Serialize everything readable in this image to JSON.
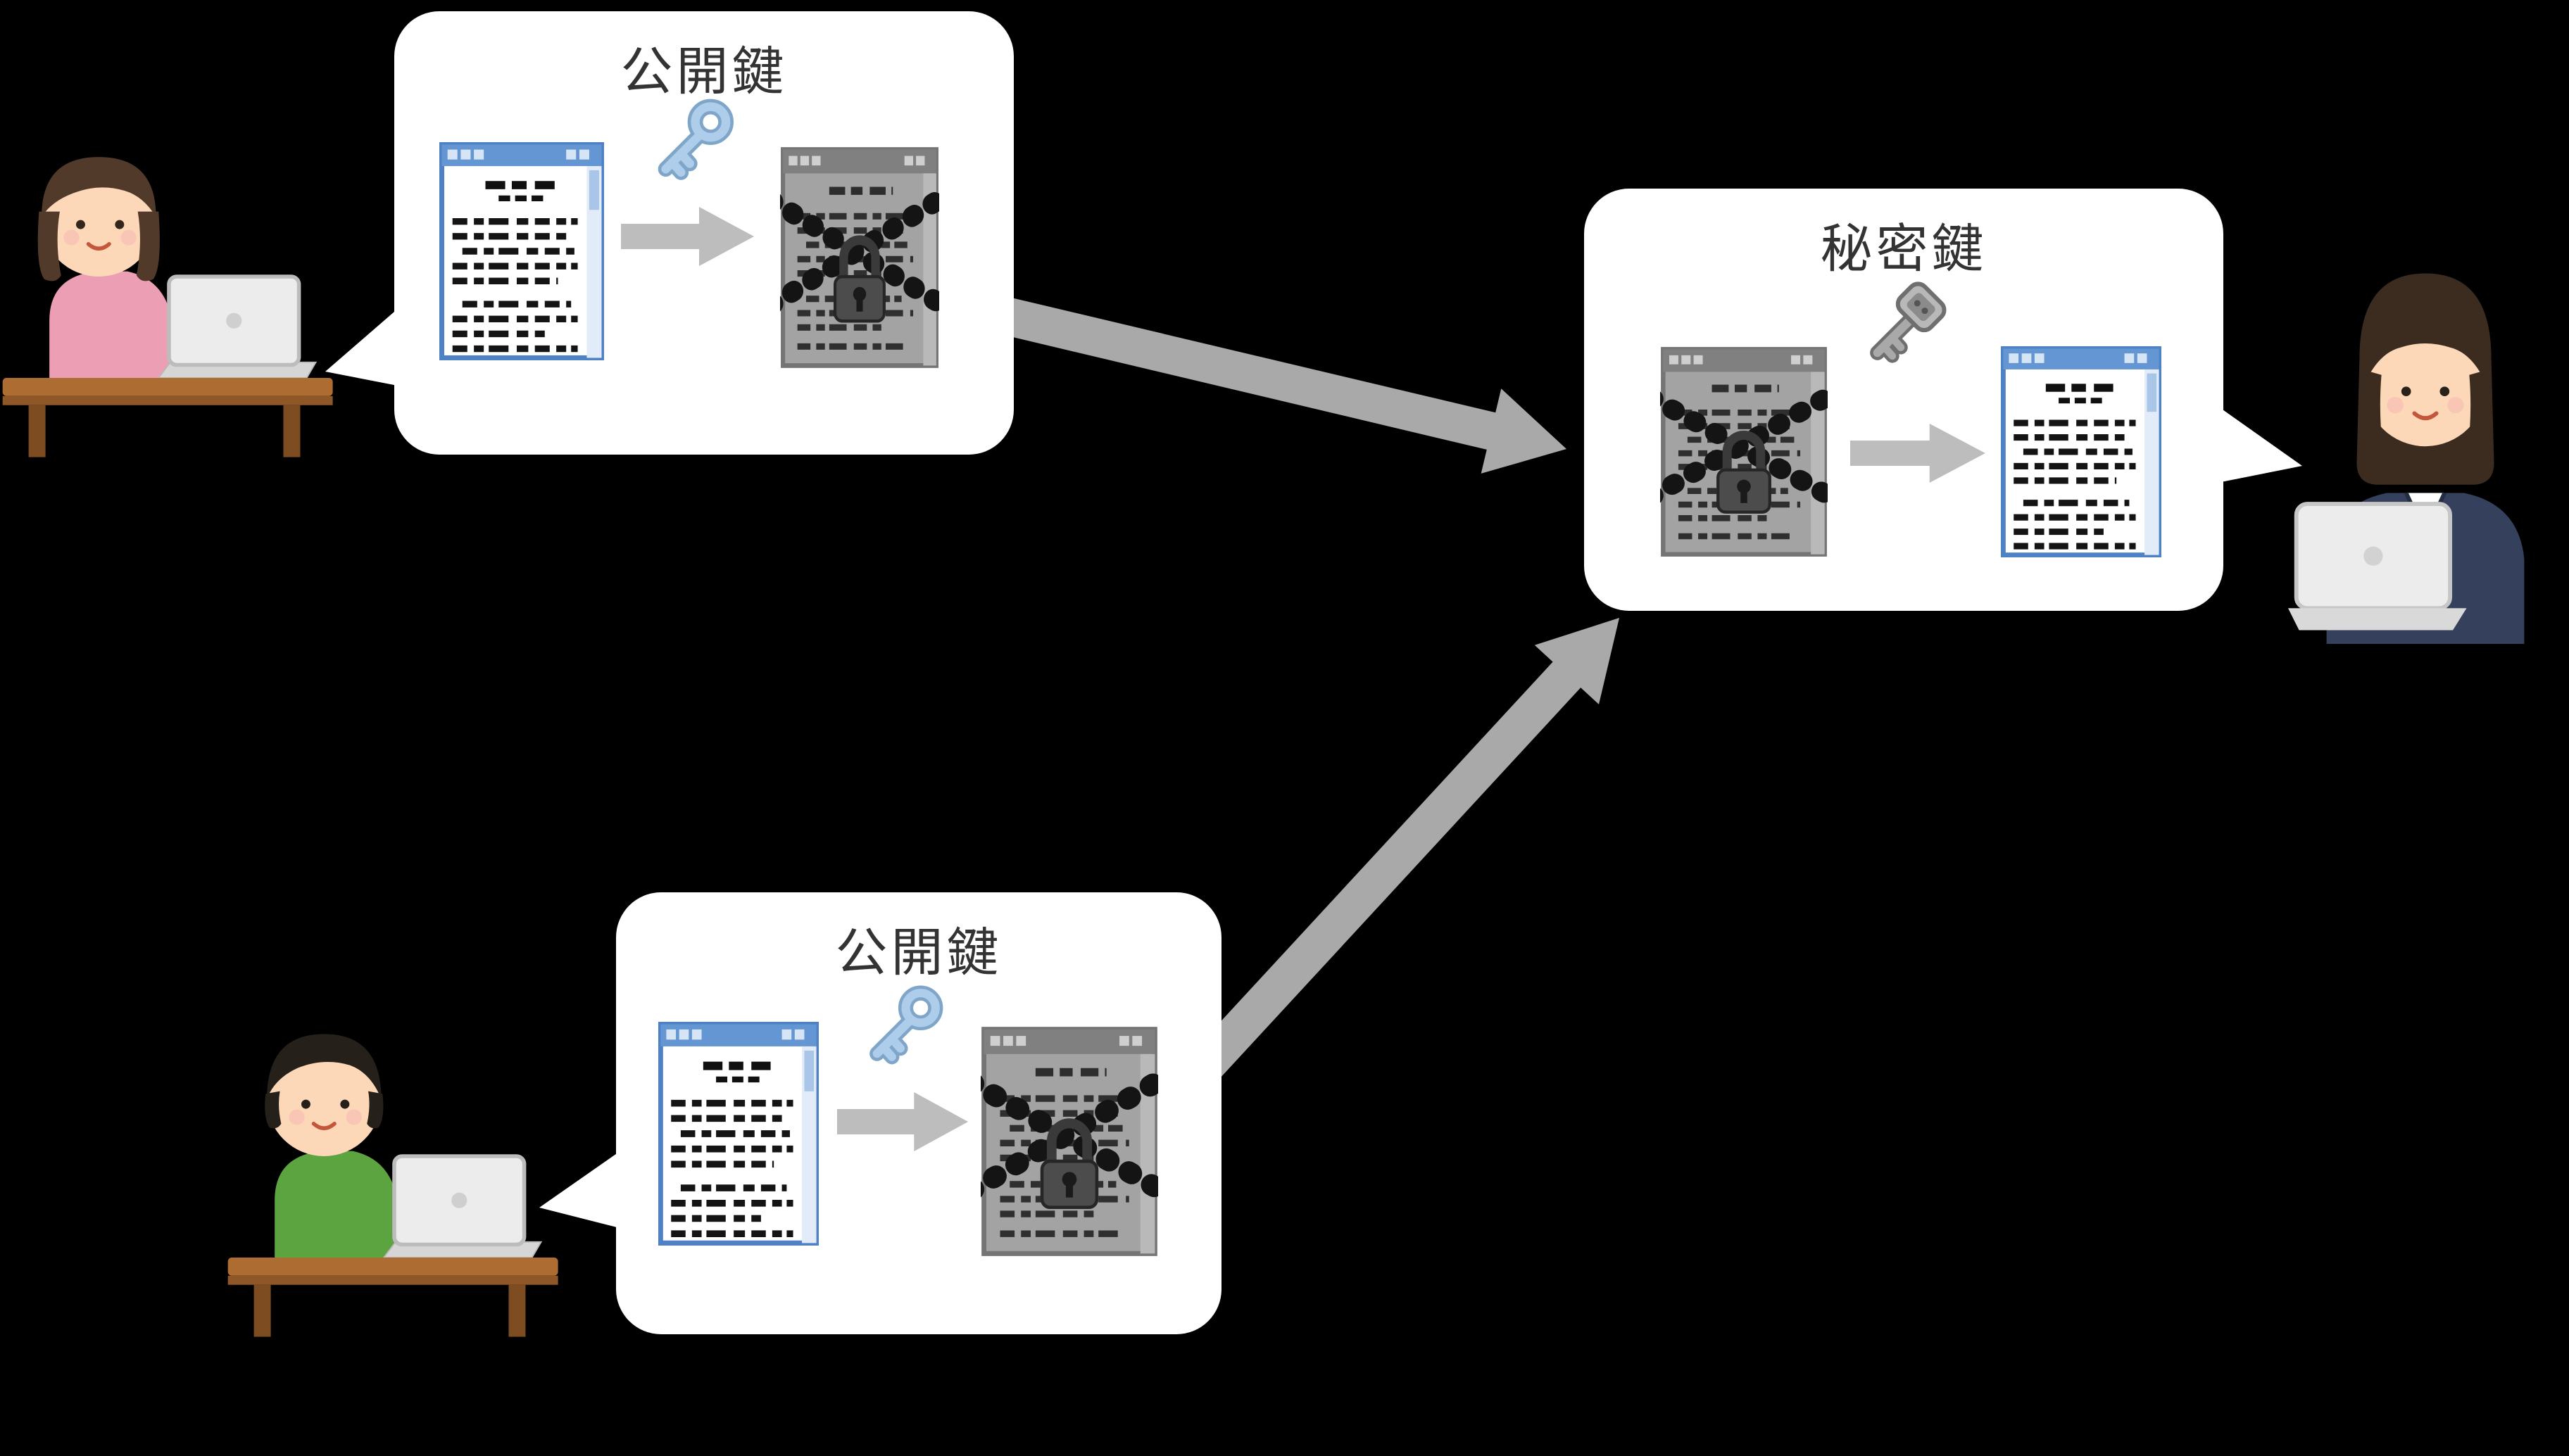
{
  "diagram": {
    "bubbles": {
      "sender_top": {
        "label": "公開鍵"
      },
      "sender_bottom": {
        "label": "公開鍵"
      },
      "receiver": {
        "label": "秘密鍵"
      }
    },
    "colors": {
      "background": "#000000",
      "bubble_fill": "#ffffff",
      "label_text": "#333333",
      "flow_arrow_gray": "#a9a9a9",
      "small_arrow_gray": "#bdbdbd",
      "public_key_blue": "#aecdea",
      "private_key_gray": "#a9a9a9",
      "document_accent_blue": "#6396d2",
      "locked_document_gray": "#a3a3a3",
      "chain_black": "#141414"
    },
    "icons": {
      "sender_top": [
        "document-window-icon",
        "right-arrow-icon",
        "public-key-icon",
        "locked-document-icon"
      ],
      "sender_bottom": [
        "document-window-icon",
        "right-arrow-icon",
        "public-key-icon",
        "locked-document-icon"
      ],
      "receiver": [
        "locked-document-icon",
        "right-arrow-icon",
        "private-key-icon",
        "document-window-icon"
      ]
    },
    "people": [
      "woman-at-laptop",
      "man-at-laptop",
      "businesswoman-at-laptop"
    ]
  }
}
